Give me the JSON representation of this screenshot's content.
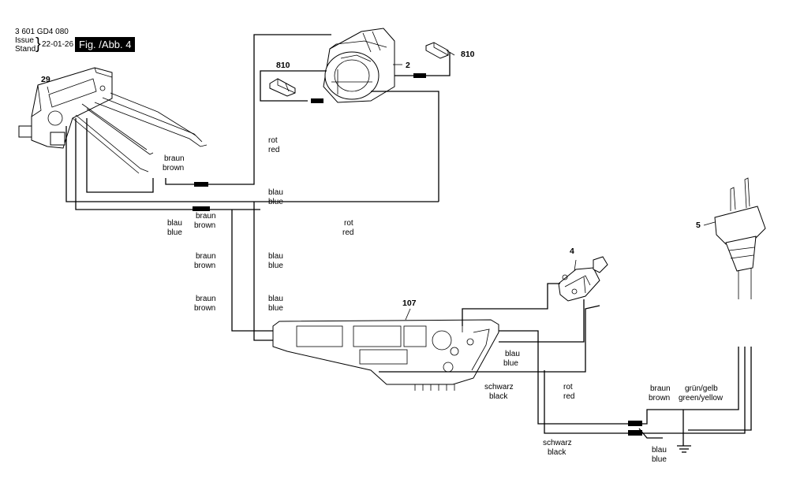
{
  "header": {
    "doc_number": "3 601 GD4 080",
    "issue_label": "Issue",
    "stand_label": "Stand",
    "date": "22-01-26",
    "figure": "Fig. /Abb. 4"
  },
  "parts": {
    "p29": "29",
    "p2": "2",
    "p810a": "810",
    "p810b": "810",
    "p107": "107",
    "p4": "4",
    "p5": "5"
  },
  "wires": {
    "rot_top": [
      "rot",
      "red"
    ],
    "braun_top": [
      "braun",
      "brown"
    ],
    "blau_top": [
      "blau",
      "blue"
    ],
    "rot_mid": [
      "rot",
      "red"
    ],
    "blau_left": [
      "blau",
      "blue"
    ],
    "braun_left1": [
      "braun",
      "brown"
    ],
    "braun_left2": [
      "braun",
      "brown"
    ],
    "blau_mid2": [
      "blau",
      "blue"
    ],
    "braun_left3": [
      "braun",
      "brown"
    ],
    "blau_mid3": [
      "blau",
      "blue"
    ],
    "blau_switch": [
      "blau",
      "blue"
    ],
    "schwarz_board": [
      "schwarz",
      "black"
    ],
    "rot_switch": [
      "rot",
      "red"
    ],
    "schwarz_bottom": [
      "schwarz",
      "black"
    ],
    "braun_cord": [
      "braun",
      "brown"
    ],
    "gruengelb_cord": [
      "grün/gelb",
      "green/yellow"
    ],
    "blau_cord": [
      "blau",
      "blue"
    ]
  }
}
